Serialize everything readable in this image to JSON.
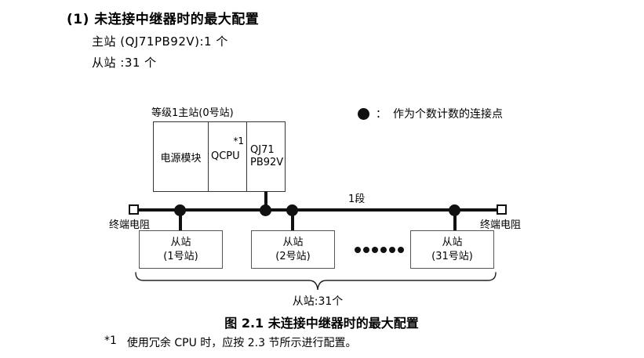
{
  "colors": {
    "ink": "#000000",
    "line": "#111111",
    "master_border": "#333333",
    "slave_border": "#555555"
  },
  "header": {
    "heading": "(1) 未连接中继器时的最大配置",
    "master_count": "主站 (QJ71PB92V):1 个",
    "slave_count": "从站 :31 个"
  },
  "diagram": {
    "master_station_label": "等级1主站(0号站)",
    "master_modules": {
      "power": "电源模块",
      "cpu": "QCPU",
      "cpu_footnote_ref": "*1",
      "pb_line1": "QJ71",
      "pb_line2": "PB92V"
    },
    "legend": {
      "separator": "：",
      "text": "作为个数计数的连接点"
    },
    "segment_label": "1段",
    "left_terminator_label": "终端电阻",
    "right_terminator_label": "终端电阻",
    "slave_stations": [
      {
        "line1": "从站",
        "line2": "(1号站)"
      },
      {
        "line1": "从站",
        "line2": "(2号站)"
      },
      {
        "line1": "从站",
        "line2": "(31号站)"
      }
    ],
    "brace_label": "从站:31个"
  },
  "caption": "图 2.1 未连接中继器时的最大配置",
  "footnote": {
    "marker": "*1",
    "text": "使用冗余 CPU 时，应按 2.3 节所示进行配置。"
  }
}
